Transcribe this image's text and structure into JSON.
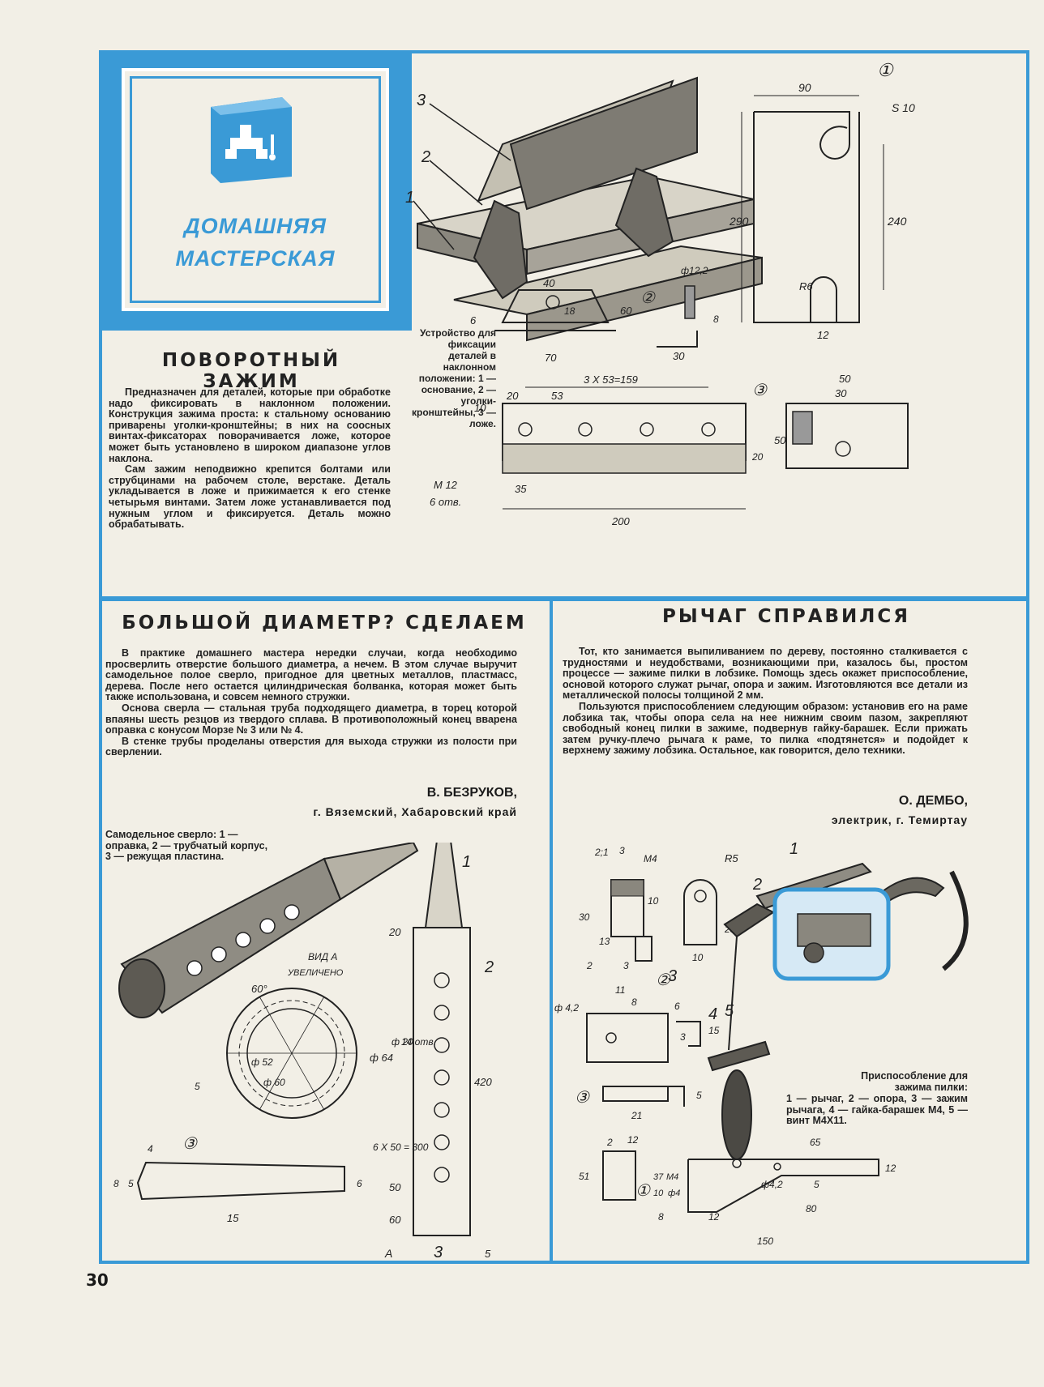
{
  "rubric": {
    "line1": "ДОМАШНЯЯ",
    "line2": "МАСТЕРСКАЯ"
  },
  "section1": {
    "title": "ПОВОРОТНЫЙ ЗАЖИМ",
    "paragraphs": [
      "Предназначен для деталей, которые при обработке надо фиксировать в наклонном положении. Конструкция зажима проста: к стальному основанию приварены уголки-кронштейны; в них на соосных винтах-фиксаторах поворачивается ложе, которое может быть установлено в широком диапазоне углов наклона.",
      "Сам зажим неподвижно крепится болтами или струбцинами на рабочем столе, верстаке. Деталь укладывается в ложе и прижимается к его стенке четырьмя винтами. Затем ложе устанавливается под нужным углом и фиксируется. Деталь можно обрабатывать."
    ],
    "caption": "Устройство для фиксации деталей в наклонном положении: 1 — основание, 2 — уголки-кронштейны, 3 — ложе.",
    "fig_labels": {
      "n1": "1",
      "n2": "2",
      "n3": "3",
      "c1": "①",
      "c2": "②",
      "c3": "③",
      "d90": "90",
      "dS10": "S 10",
      "d290": "290",
      "d240": "240",
      "dR6": "R6",
      "d12": "12",
      "d40": "40",
      "d18": "18",
      "d60": "60",
      "d6": "6",
      "d70": "70",
      "d122": "ф12,2",
      "d8": "8",
      "d30": "30",
      "d3x53": "3 X 53=159",
      "d20": "20",
      "d53": "53",
      "d10": "10",
      "d50": "50",
      "d30b": "30",
      "d50b": "50",
      "dM12": "М 12",
      "d6otv": "6 отв.",
      "d35": "35",
      "d200": "200",
      "d20b": "20"
    }
  },
  "section2": {
    "title": "БОЛЬШОЙ ДИАМЕТР? СДЕЛАЕМ",
    "paragraphs": [
      "В практике домашнего мастера нередки случаи, когда необходимо просверлить отверстие большого диаметра, а нечем. В этом случае выручит самодельное полое сверло, пригодное для цветных металлов, пластмасс, дерева. После него остается цилиндрическая болванка, которая может быть также использована, и совсем немного стружки.",
      "Основа сверла — стальная труба подходящего диаметра, в торец которой впаяны шесть резцов из твердого сплава. В противоположный конец вварена оправка с конусом Морзе № 3 или № 4.",
      "В стенке трубы проделаны отверстия для выхода стружки из полости при сверлении."
    ],
    "author": "В. БЕЗРУКОВ,",
    "place": "г. Вяземский, Хабаровский край",
    "caption": "Самодельное сверло: 1 — оправка, 2 — трубчатый корпус, 3 — режущая пластина.",
    "fig_labels": {
      "vidA": "ВИД А",
      "uvel": "УВЕЛИЧЕНО",
      "a60": "60°",
      "d64": "ф 64",
      "d52": "ф 52",
      "d60": "ф 60",
      "d5": "5",
      "n1": "1",
      "n2": "2",
      "n3": "3",
      "c3": "③",
      "d20": "20",
      "d20h": "ф 20",
      "d14": "14 отв.",
      "d420": "420",
      "d6x50": "6 X 50 = 300",
      "d50": "50",
      "d60b": "60",
      "A": "А",
      "d5b": "5",
      "d4": "4",
      "d8": "8",
      "d5c": "5",
      "d6": "6",
      "d15": "15"
    }
  },
  "section3": {
    "title": "РЫЧАГ СПРАВИЛСЯ",
    "paragraphs": [
      "Тот, кто занимается выпиливанием по дереву, постоянно сталкивается с трудностями и неудобствами, возникающими при, казалось бы, простом процессе — зажиме пилки в лобзике. Помощь здесь окажет приспособление, основой которого служат рычаг, опора и зажим. Изготовляются все детали из металлической полосы толщиной 2 мм.",
      "Пользуются приспособлением следующим образом: установив его на раме лобзика так, чтобы опора села на нее нижним своим пазом, закрепляют свободный конец пилки в зажиме, подвернув гайку-барашек. Если прижать затем ручку-плечо рычага к раме, то пилка «подтянется» и подойдет к верхнему зажиму лобзика. Остальное, как говорится, дело техники."
    ],
    "author": "О. ДЕМБО,",
    "place": "электрик, г. Темиртау",
    "caption_title": "Приспособление для зажима пилки:",
    "caption": "1 — рычаг, 2 — опора, 3 — зажим рычага, 4 — гайка-барашек М4, 5 — винт М4X11.",
    "fig_labels": {
      "d21": "2;1",
      "d3": "3",
      "M4": "М4",
      "R5": "R5",
      "d30": "30",
      "d10": "10",
      "d13": "13",
      "d25": "25",
      "d2": "2",
      "d3b": "3",
      "d11": "11",
      "d10b": "10",
      "c2": "②",
      "d42": "ф 4,2",
      "d8": "8",
      "d6": "6",
      "d15": "15",
      "d3c": "3",
      "c3": "③",
      "d5": "5",
      "d21b": "21",
      "d2b": "2",
      "d12": "12",
      "d51": "51",
      "c1": "①",
      "d65": "65",
      "d12b": "12",
      "d37": "37",
      "d10c": "10",
      "M4b": "М4",
      "f4": "ф4",
      "f42": "ф4,2",
      "d5b": "5",
      "d8b": "8",
      "d12c": "12",
      "d80": "80",
      "d150": "150",
      "n1": "1",
      "n2": "2",
      "n3": "3",
      "n4": "4",
      "n5": "5"
    }
  },
  "page_number": "30"
}
